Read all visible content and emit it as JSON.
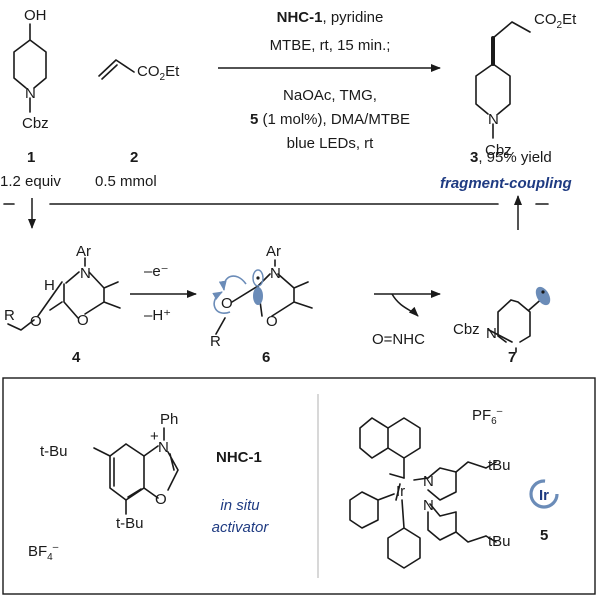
{
  "top": {
    "substrate_1": {
      "oh": "OH",
      "n": "N",
      "cbz": "Cbz",
      "number": "1",
      "amount": "1.2 equiv"
    },
    "substrate_2": {
      "ester": "CO",
      "ester_sub": "2",
      "ester_tail": "Et",
      "number": "2",
      "amount": "0.5 mmol"
    },
    "conditions": {
      "line1_bold": "NHC-1",
      "line1_rest": ", pyridine",
      "line2": "MTBE, rt, 15 min.;",
      "line3": "NaOAc, TMG,",
      "line4_bold": "5",
      "line4_rest": " (1 mol%), DMA/MTBE",
      "line5": "blue LEDs, rt"
    },
    "product_3": {
      "ester": "CO",
      "ester_sub": "2",
      "ester_tail": "Et",
      "n": "N",
      "cbz": "Cbz",
      "number": "3",
      "yield": ",  95% yield"
    },
    "tagline": "fragment-coupling"
  },
  "mechanism": {
    "int_4": {
      "ar": "Ar",
      "h": "H",
      "n": "N",
      "o_ring": "O",
      "r": "R",
      "o_alkoxy": "O",
      "number": "4"
    },
    "step_1": {
      "above": "–e⁻",
      "below": "–H⁺"
    },
    "int_6": {
      "ar": "Ar",
      "n": "N",
      "o_ring": "O",
      "o_alkoxy": "O",
      "r": "R",
      "number": "6"
    },
    "byproduct": "O=NHC",
    "int_7": {
      "cbz": "Cbz",
      "n": "N",
      "number": "7"
    }
  },
  "box": {
    "nhc": {
      "tbu_top": "t-Bu",
      "tbu_bottom": "t-Bu",
      "ph": "Ph",
      "plus": "+",
      "n": "N",
      "o": "O",
      "counterion": "BF",
      "counterion_sub": "4",
      "counterion_sup": "–",
      "name": "NHC-1",
      "role_1": "in situ",
      "role_2": "activator"
    },
    "ir": {
      "counterion": "PF",
      "counterion_sub": "6",
      "counterion_sup": "–",
      "metal": "Ir",
      "tbu_top": "tBu",
      "tbu_bottom": "tBu",
      "badge": "Ir",
      "number": "5",
      "n": "N"
    }
  }
}
